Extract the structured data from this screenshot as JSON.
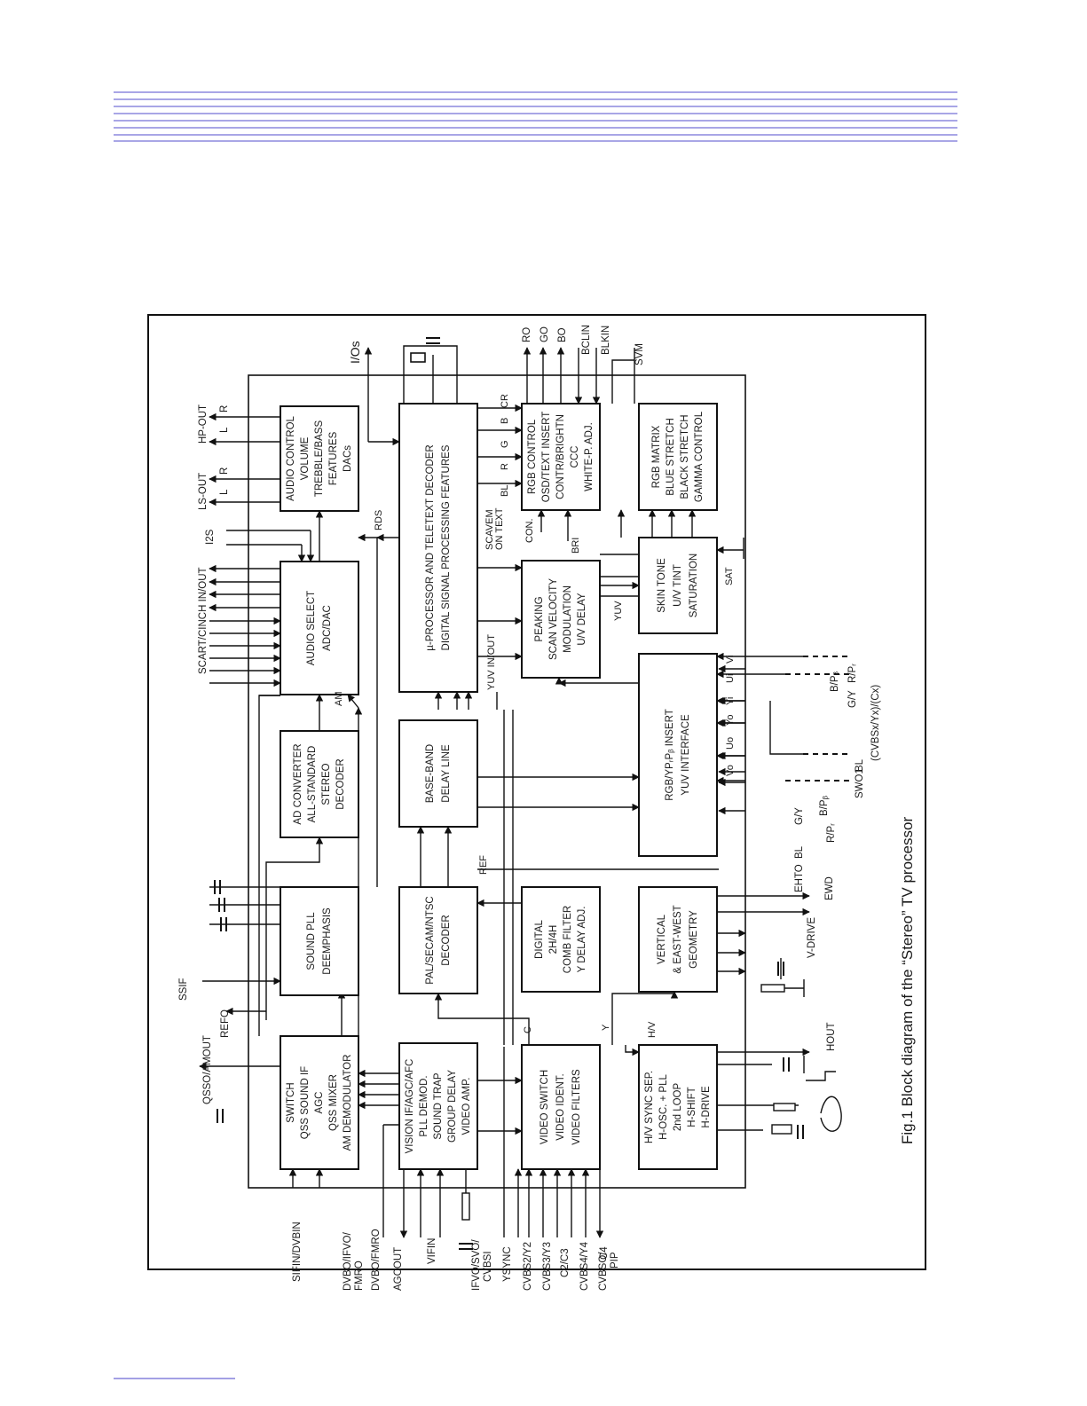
{
  "caption": "Fig.1  Block diagram of the “Stereo” TV processor",
  "blocks": {
    "audio_control": [
      "AUDIO CONTROL",
      "VOLUME",
      "TREBBLE/BASS",
      "FEATURES",
      "DACs"
    ],
    "audio_select": [
      "AUDIO SELECT",
      "ADC/DAC"
    ],
    "ad_converter": [
      "AD CONVERTER",
      "ALL-STANDARD",
      "STEREO",
      "DECODER"
    ],
    "sound_pll": [
      "SOUND PLL",
      "DEEMPHASIS"
    ],
    "qss_switch": [
      "SWITCH",
      "QSS SOUND IF",
      "AGC",
      "QSS MIXER",
      "AM DEMODULATOR"
    ],
    "vision_if": [
      "VISION IF/AGC/AFC",
      "PLL DEMOD.",
      "SOUND TRAP",
      "GROUP DELAY",
      "VIDEO AMP."
    ],
    "pal_decoder": [
      "PAL/SECAM/NTSC",
      "DECODER"
    ],
    "baseband_delay": [
      "BASE-BAND",
      "DELAY LINE"
    ],
    "microprocessor": [
      "µ-PROCESSOR AND TELETEXT DECODER",
      "DIGITAL SIGNAL PROCESSING FEATURES"
    ],
    "peaking": [
      "PEAKING",
      "SCAN VELOCITY",
      "MODULATION",
      "U/V DELAY"
    ],
    "rgb_control": [
      "RGB CONTROL",
      "OSD/TEXT INSERT",
      "CONTR/BRIGHTN",
      "CCC",
      "WHITE-P. ADJ."
    ],
    "rgb_matrix": [
      "RGB MATRIX",
      "BLUE STRETCH",
      "BLACK STRETCH",
      "GAMMA CONTROL"
    ],
    "skin_tone": [
      "SKIN TONE",
      "U/V TINT",
      "SATURATION"
    ],
    "rgb_insert": [
      "RGB/YPᵣPᵦ INSERT",
      "YUV INTERFACE"
    ],
    "comb_filter": [
      "DIGITAL",
      "2H/4H",
      "COMB FILTER",
      "Y DELAY ADJ."
    ],
    "video_switch": [
      "VIDEO SWITCH",
      "VIDEO IDENT.",
      "VIDEO FILTERS"
    ],
    "vertical_geometry": [
      "VERTICAL",
      "& EAST-WEST",
      "GEOMETRY"
    ],
    "hv_sync": [
      "H/V SYNC SEP.",
      "H-OSC. + PLL",
      "2nd LOOP",
      "H-SHIFT",
      "H-DRIVE"
    ]
  },
  "pins_left": [
    "SIFIN/DVBIN",
    "DVBO/IFVO/",
    "FMRO",
    "DVBO/FMRO",
    "AGCOUT",
    "VIFIN",
    "IFVO/SVO/",
    "CVBSI",
    "YSYNC",
    "CVBS2/Y2",
    "CVBS3/Y3",
    "C2/C3",
    "CVBS4/Y4",
    "C4",
    "CVBSO/",
    "PIP"
  ],
  "pins_top": [
    "I/Os",
    "RO",
    "GO",
    "BO",
    "BCLIN",
    "BLKIN",
    "SVM"
  ],
  "pins_bottom": [
    "HOUT",
    "V-DRIVE",
    "EWD",
    "EHTO",
    "BL",
    "R/Pᵣ",
    "G/Y",
    "B/Pᵦ",
    "SWO1",
    "BL",
    "(CVBSx/Yx)/(Cx)",
    "G/Y",
    "B/Pᵦ",
    "R/Pᵣ"
  ],
  "pins_right": [
    "QSSO/AMOUT",
    "REFO",
    "SSIF",
    "SCART/CINCH IN/OUT",
    "I2S",
    "LS-OUT",
    "L",
    "R",
    "HP-OUT",
    "L",
    "R"
  ],
  "signal_labels": [
    "RDS",
    "AM",
    "REF",
    "YUV IN/OUT",
    "SCAVEM",
    "ON TEXT",
    "YUV",
    "CON.",
    "BRI",
    "SAT",
    "BL",
    "R",
    "G",
    "B",
    "CR",
    "Vo",
    "Uo",
    "Yo",
    "Yi",
    "Ui",
    "Vi",
    "C",
    "Y",
    "H/V"
  ]
}
